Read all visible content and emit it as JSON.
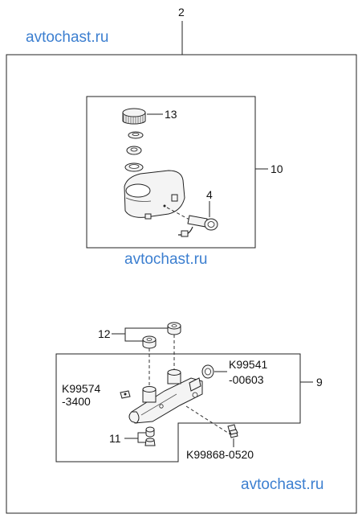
{
  "watermarks": [
    "avtochast.ru",
    "avtochast.ru",
    "avtochast.ru"
  ],
  "callouts": {
    "c2": "2",
    "c13": "13",
    "c10": "10",
    "c4": "4",
    "c12": "12",
    "c9": "9",
    "c11": "11"
  },
  "part_numbers": {
    "p1_line1": "K99541",
    "p1_line2": "-00603",
    "p2_line1": "K99574",
    "p2_line2": "-3400",
    "p3": "K99868-0520"
  }
}
